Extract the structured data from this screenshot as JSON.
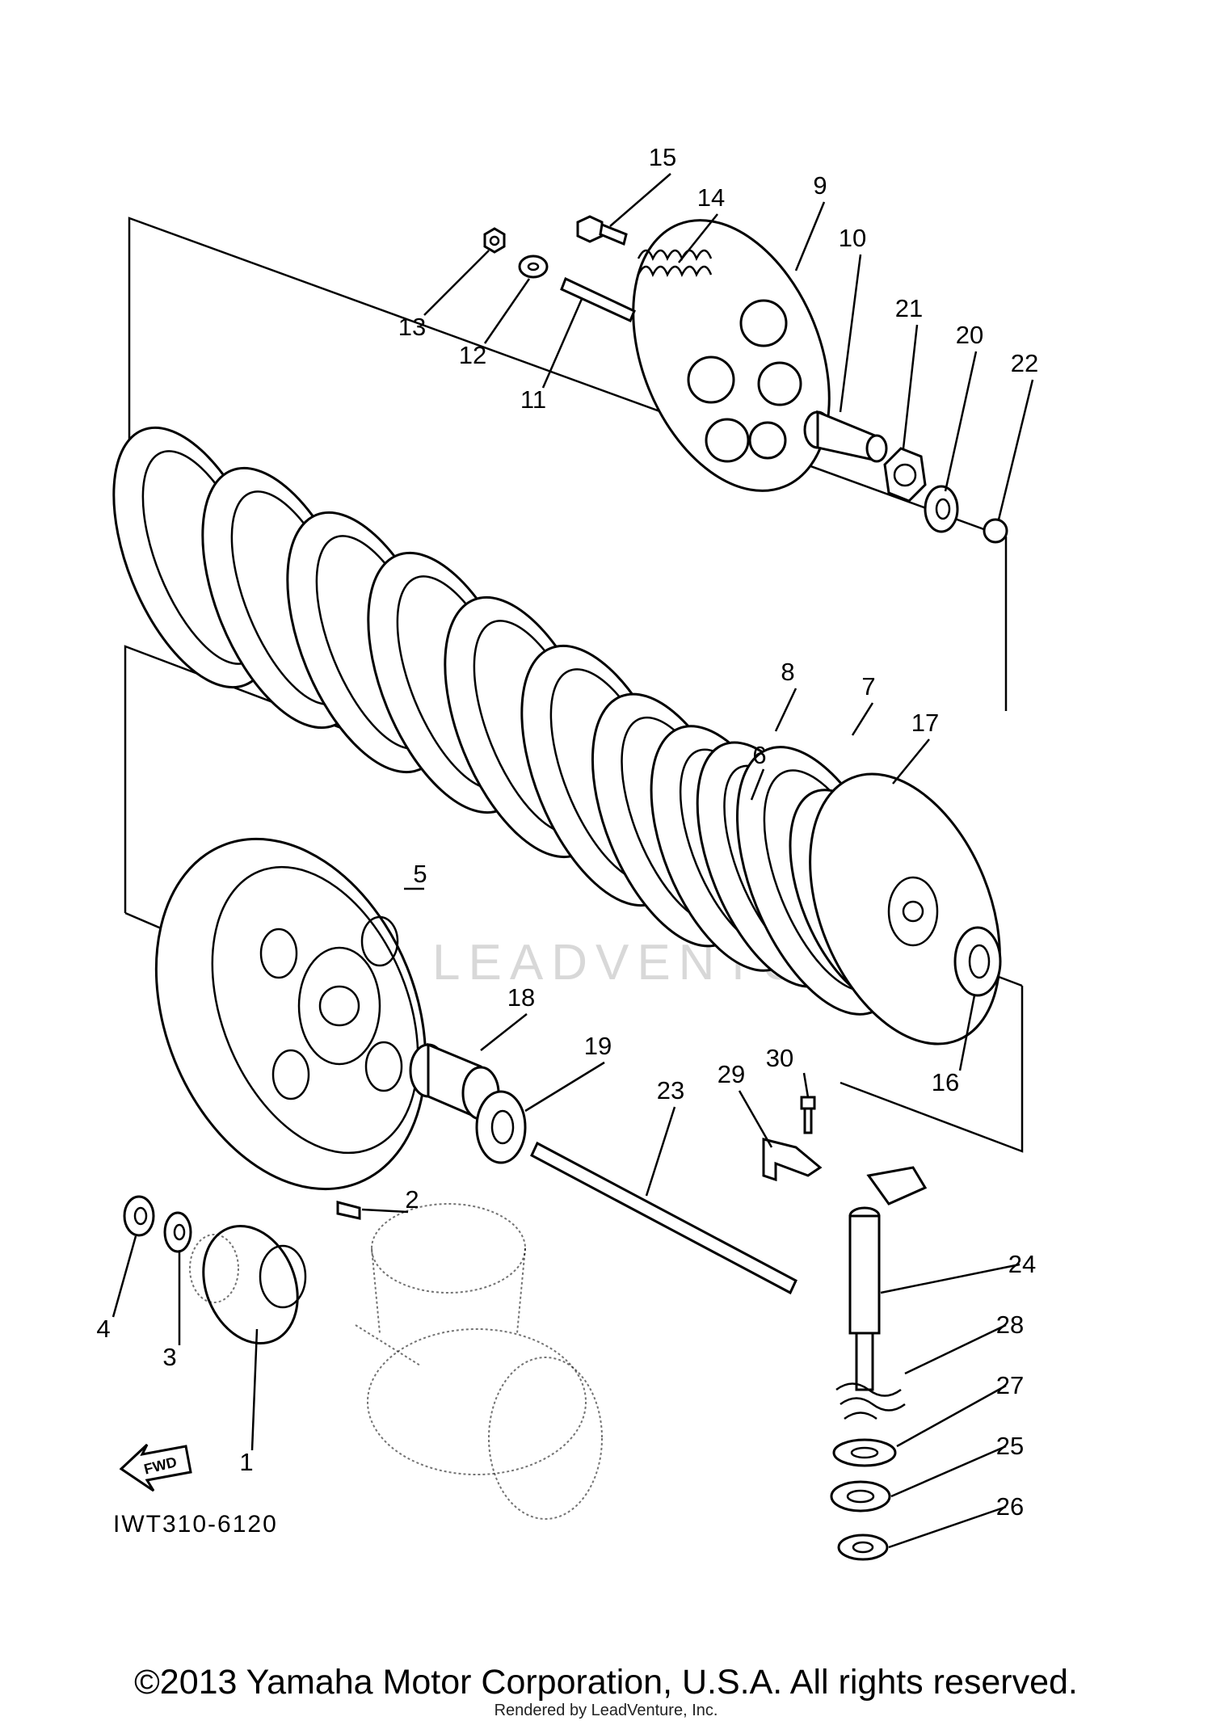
{
  "diagram": {
    "drawing_code": "IWT310-6120",
    "fwd_label": "FWD",
    "watermark": "LEADVENTURE",
    "copyright": "©2013 Yamaha Motor Corporation, U.S.A. All rights reserved.",
    "rendered_by": "Rendered by LeadVenture, Inc.",
    "callouts": [
      "1",
      "2",
      "3",
      "4",
      "5",
      "6",
      "7",
      "8",
      "9",
      "10",
      "11",
      "12",
      "13",
      "14",
      "15",
      "16",
      "17",
      "18",
      "19",
      "20",
      "21",
      "22",
      "23",
      "24",
      "25",
      "26",
      "27",
      "28",
      "29",
      "30"
    ]
  }
}
